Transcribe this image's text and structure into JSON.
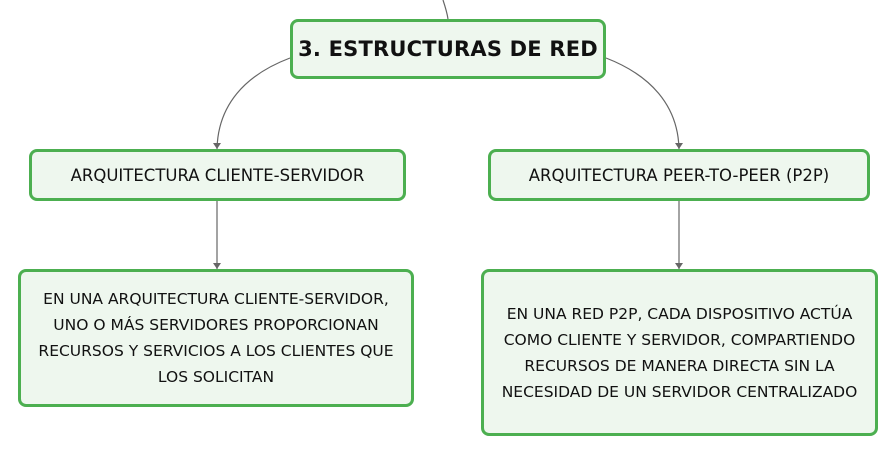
{
  "diagram": {
    "root": {
      "label": "3. ESTRUCTURAS DE RED"
    },
    "branches": [
      {
        "label": "ARQUITECTURA CLIENTE-SERVIDOR",
        "description": "EN UNA ARQUITECTURA CLIENTE-SERVIDOR, UNO O MÁS SERVIDORES PROPORCIONAN RECURSOS Y SERVICIOS A LOS CLIENTES QUE LOS SOLICITAN"
      },
      {
        "label": "ARQUITECTURA PEER-TO-PEER (P2P)",
        "description": "EN UNA RED P2P, CADA DISPOSITIVO ACTÚA COMO CLIENTE Y SERVIDOR, COMPARTIENDO RECURSOS DE MANERA DIRECTA SIN LA NECESIDAD DE UN SERVIDOR CENTRALIZADO"
      }
    ],
    "colors": {
      "node_border": "#4caf50",
      "node_fill": "#eef7ee",
      "connector": "#666666",
      "text": "#111111"
    }
  }
}
